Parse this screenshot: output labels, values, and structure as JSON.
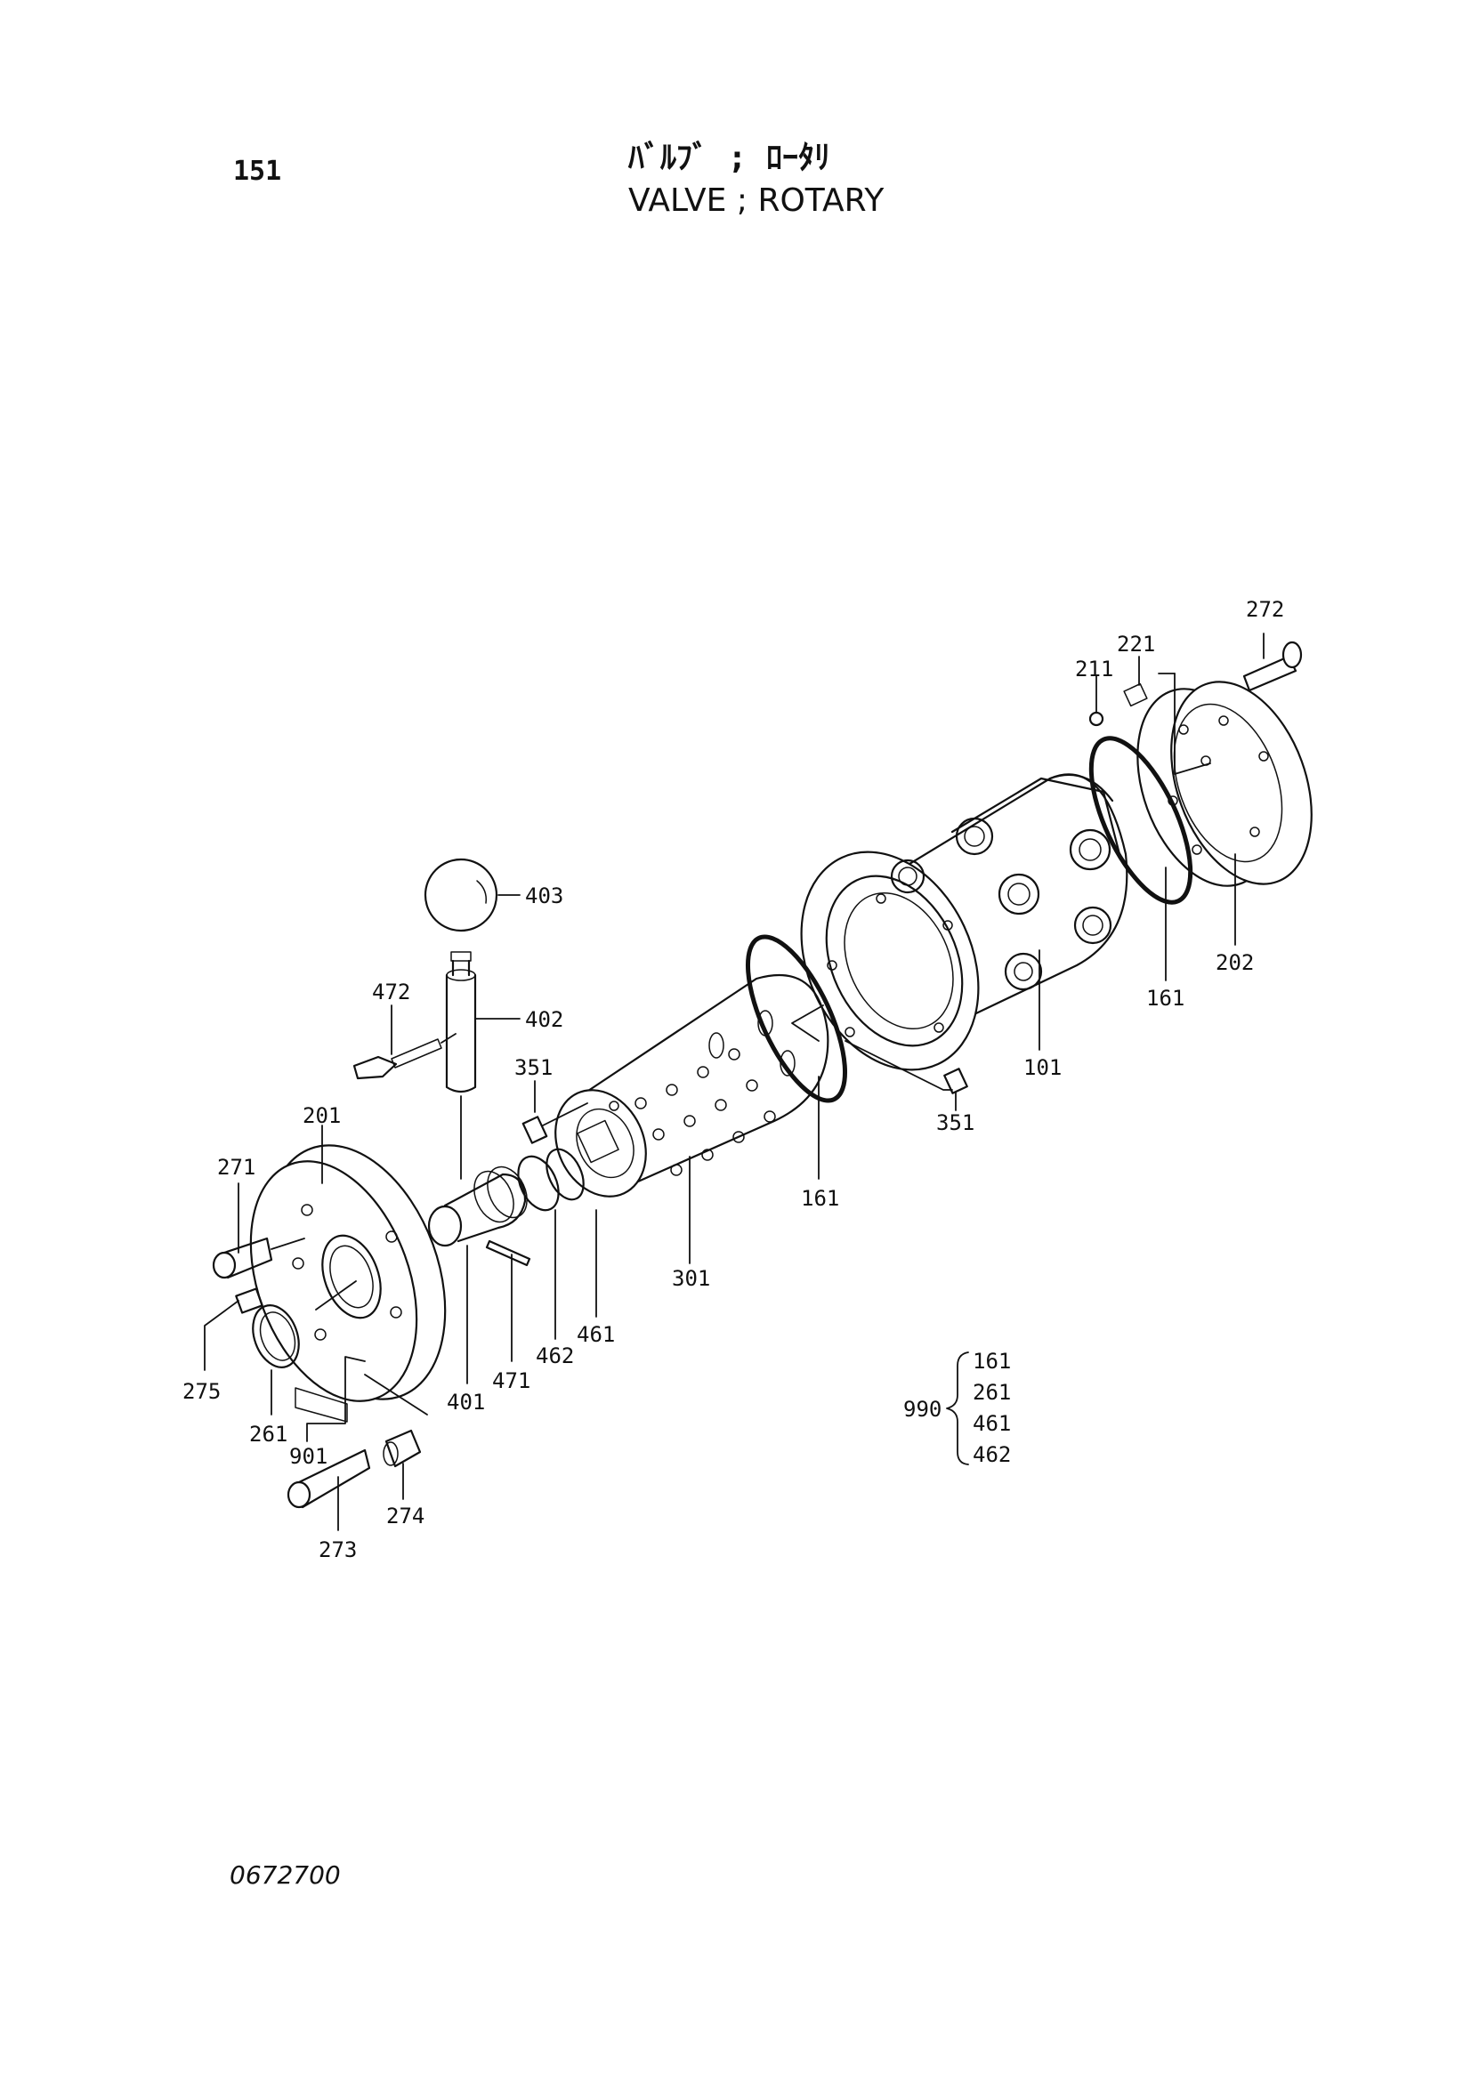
{
  "header": {
    "page_number": "151",
    "title_jp": "ﾊﾞﾙﾌﾞ ; ﾛｰﾀﾘ",
    "title_en": "VALVE ; ROTARY"
  },
  "footer": {
    "drawing_code": "0672700"
  },
  "callouts": {
    "c272": "272",
    "c221": "221",
    "c211": "211",
    "c202": "202",
    "c161a": "161",
    "c101": "101",
    "c351a": "351",
    "c161b": "161",
    "c301": "301",
    "c403": "403",
    "c402": "402",
    "c472": "472",
    "c351b": "351",
    "c201": "201",
    "c271": "271",
    "c275": "275",
    "c261": "261",
    "c901": "901",
    "c273": "273",
    "c274": "274",
    "c401": "401",
    "c471": "471",
    "c462": "462",
    "c461": "461"
  },
  "kit": {
    "label": "990",
    "items": [
      "161",
      "261",
      "461",
      "462"
    ]
  }
}
